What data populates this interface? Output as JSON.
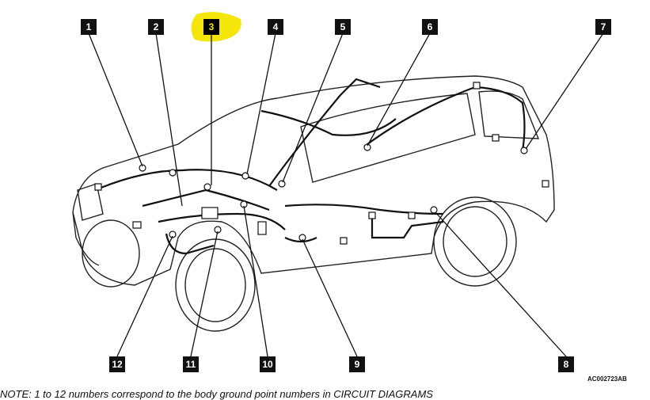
{
  "callouts": [
    {
      "id": "1",
      "label": "1"
    },
    {
      "id": "2",
      "label": "2"
    },
    {
      "id": "3",
      "label": "3",
      "highlighted": true
    },
    {
      "id": "4",
      "label": "4"
    },
    {
      "id": "5",
      "label": "5"
    },
    {
      "id": "6",
      "label": "6"
    },
    {
      "id": "7",
      "label": "7"
    },
    {
      "id": "8",
      "label": "8"
    },
    {
      "id": "9",
      "label": "9"
    },
    {
      "id": "10",
      "label": "10"
    },
    {
      "id": "11",
      "label": "11"
    },
    {
      "id": "12",
      "label": "12"
    }
  ],
  "figure_code": "AC002723AB",
  "note": "NOTE: 1 to 12 numbers correspond to the body ground point numbers in CIRCUIT DIAGRAMS",
  "colors": {
    "highlight": "#f4e60a",
    "ink": "#111111"
  }
}
